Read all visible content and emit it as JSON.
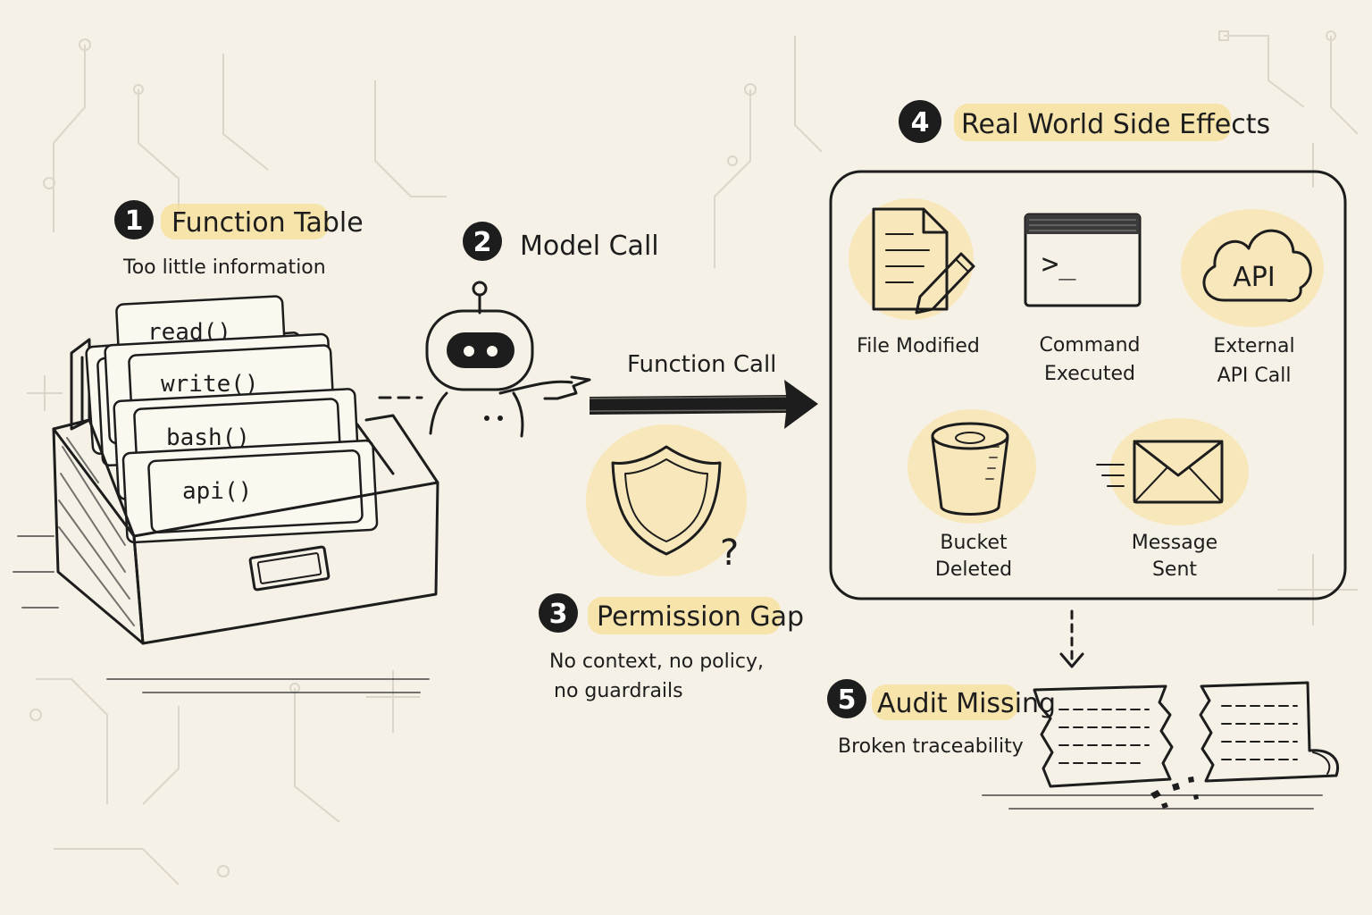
{
  "steps": {
    "function_table": {
      "number": "1",
      "title": "Function Table",
      "subtitle": "Too little information"
    },
    "model_call": {
      "number": "2",
      "title": "Model Call"
    },
    "permission_gap": {
      "number": "3",
      "title": "Permission Gap",
      "subtitle_line1": "No context, no policy,",
      "subtitle_line2": "no guardrails"
    },
    "side_effects": {
      "number": "4",
      "title": "Real World Side Effects"
    },
    "audit_missing": {
      "number": "5",
      "title": "Audit Missing",
      "subtitle": "Broken traceability"
    }
  },
  "functions": [
    "read()",
    "write()",
    "bash()",
    "api()"
  ],
  "arrow_label": "Function Call",
  "question_mark": "?",
  "effects": {
    "file_modified": "File Modified",
    "command_line1": "Command",
    "command_line2": "Executed",
    "terminal_prompt": ">_",
    "api_badge": "API",
    "api_line1": "External",
    "api_line2": "API Call",
    "bucket_line1": "Bucket",
    "bucket_line2": "Deleted",
    "message_line1": "Message",
    "message_line2": "Sent"
  },
  "colors": {
    "background": "#f6f1e6",
    "ink": "#1d1d1d",
    "highlight": "#f7df97"
  }
}
